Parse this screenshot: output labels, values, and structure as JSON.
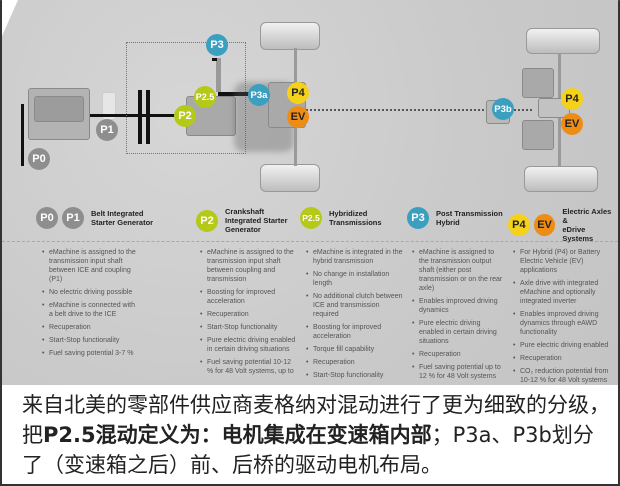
{
  "diagram": {
    "badges": {
      "p0": "P0",
      "p1": "P1",
      "p2": "P2",
      "p25": "P2.5",
      "p3": "P3",
      "p3a": "P3a",
      "p3b": "P3b",
      "p4_front": "P4",
      "ev_front": "EV",
      "p4_rear": "P4",
      "ev_rear": "EV"
    },
    "colors": {
      "grey": "#8e8e8e",
      "lime": "#b5c919",
      "blue": "#3b9fc0",
      "yellow": "#f5d11a",
      "orange": "#ee8d16"
    }
  },
  "legend": [
    {
      "badges": [
        "P0",
        "P1"
      ],
      "title_line1": "Belt Integrated",
      "title_line2": "Starter Generator"
    },
    {
      "badges": [
        "P2"
      ],
      "title_line1": "Crankshaft",
      "title_line2": "Integrated Starter",
      "title_line3": "Generator"
    },
    {
      "badges": [
        "P2.5"
      ],
      "title_line1": "Hybridized",
      "title_line2": "Transmissions"
    },
    {
      "badges": [
        "P3"
      ],
      "title_line1": "Post Transmission",
      "title_line2": "Hybrid"
    },
    {
      "badges": [
        "P4",
        "EV"
      ],
      "title_line1": "Electric Axles &",
      "title_line2": "eDrive Systems"
    }
  ],
  "columns": [
    {
      "items": [
        "eMachine is assigned to the transmission input shaft between ICE and coupling (P1)",
        "No electric driving possible",
        "eMachine is connected with a belt drive to the ICE",
        "Recuperation",
        "Start-Stop functionality",
        "Fuel saving potential 3-7 %"
      ]
    },
    {
      "items": [
        "eMachine is assigned to the transmission input shaft between coupling and transmission",
        "Boosting for improved acceleration",
        "Recuperation",
        "Start-Stop functionality",
        "Pure electric driving enabled in certain driving situations",
        "Fuel saving potential 10-12 % for 48 Volt systems, up to"
      ]
    },
    {
      "items": [
        "eMachine is integrated in the hybrid transmission",
        "No change in installation length",
        "No additional clutch between ICE and transmission required",
        "Boosting for improved acceleration",
        "Torque fill capability",
        "Recuperation",
        "Start-Stop functionality"
      ]
    },
    {
      "items": [
        "eMachine is assigned to the transmission output shaft (either post transmission or on the rear axle)",
        "Enables improved driving dynamics",
        "Pure electric driving enabled in certain driving situations",
        "Recuperation",
        "Fuel saving potential up to 12 % for 48 Volt systems"
      ]
    },
    {
      "items": [
        "For Hybrid (P4) or Battery Electric Vehicle (EV) applications",
        "Axle drive with integrated eMachine and optionally integrated inverter",
        "Enables improved driving dynamics through eAWD functionality",
        "Pure electric driving enabled",
        "Recuperation",
        "CO₂ reduction potential from 10-12 % for 48 Volt systems"
      ]
    }
  ],
  "caption": {
    "part1": "来自北美的零部件供应商麦格纳对混动进行了更为细致的分级，把",
    "bold": "P2.5混动定义为：电机集成在变速箱内部",
    "part2": "；P3a、P3b划分了（变速箱之后）前、后桥的驱动电机布局。"
  }
}
